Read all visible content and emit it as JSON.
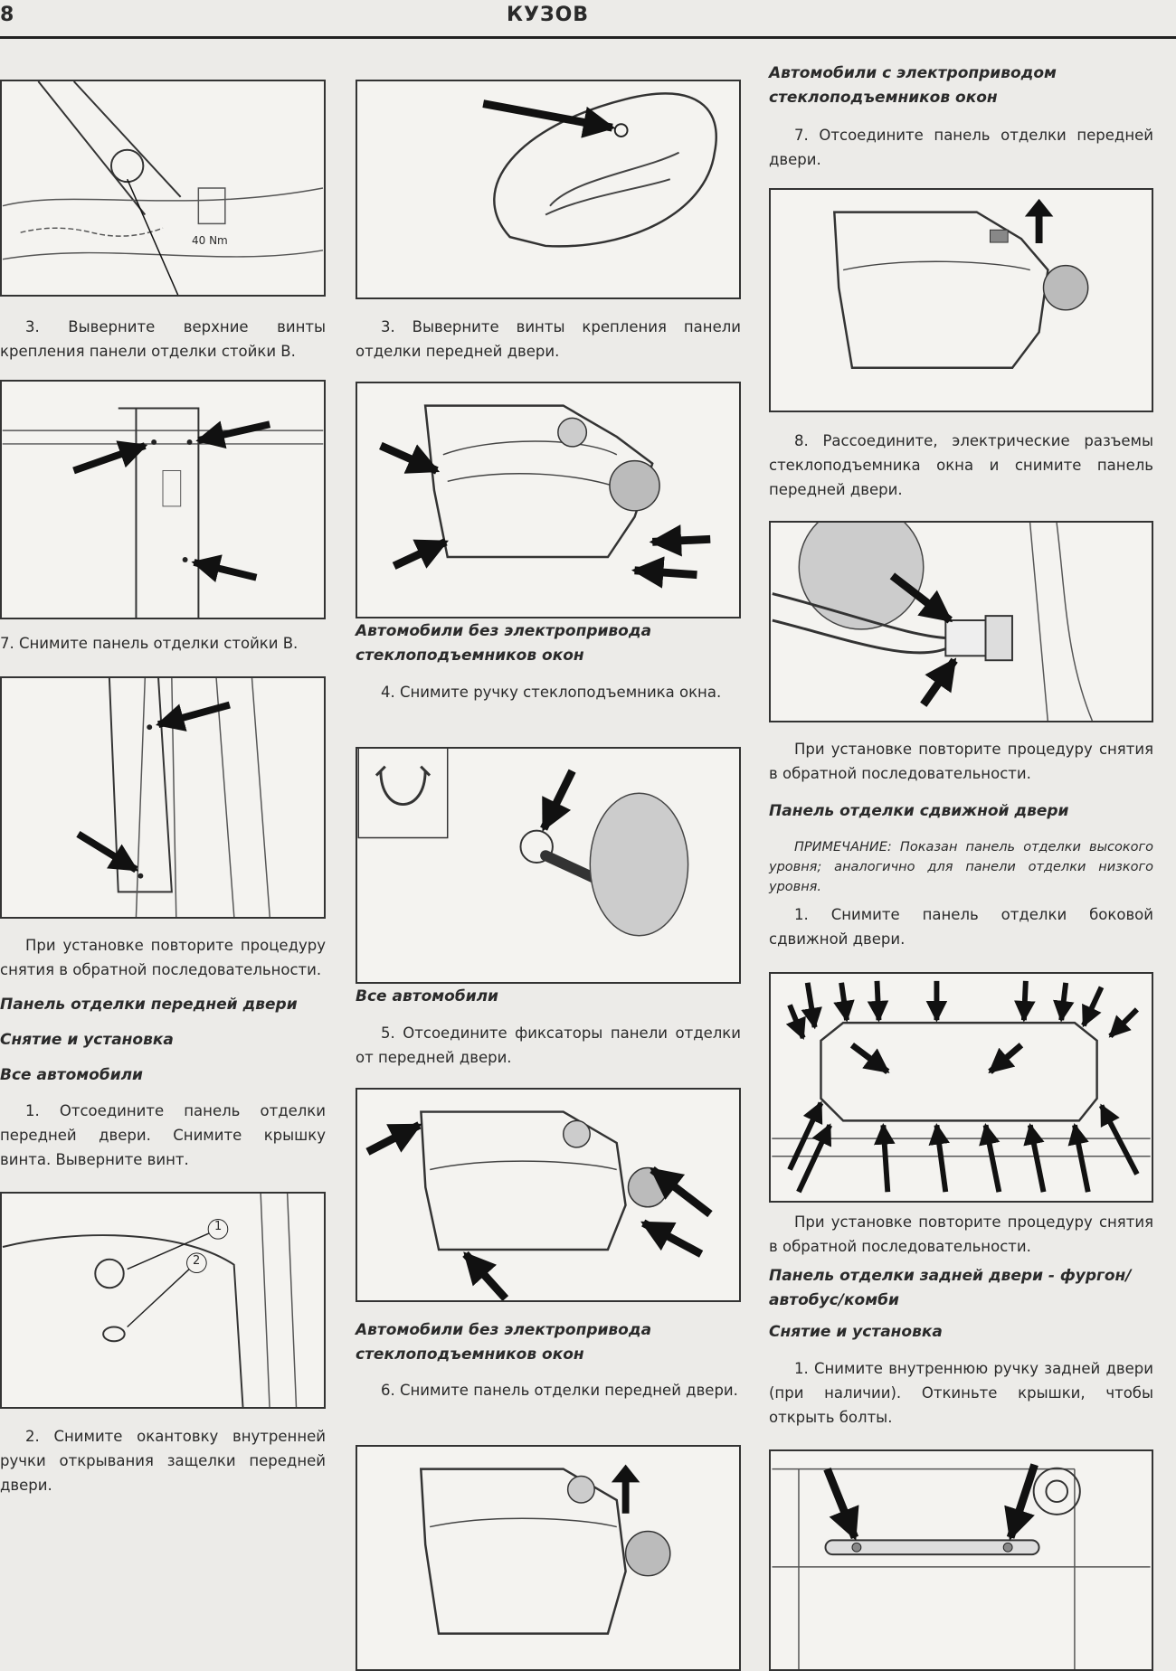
{
  "header": {
    "page_number": "8",
    "title": "КУЗОВ"
  },
  "figure_labels": {
    "torque": "40 Nm",
    "callout_1": "1",
    "callout_2": "2"
  },
  "col1": {
    "t1": "3. Выверните верхние винты крепления панели отделки стойки В.",
    "t2": "7. Снимите панель отделки стойки В.",
    "t3": "При установке повторите процедуру снятия в обратной последовательности.",
    "h1": "Панель отделки передней двери",
    "h2": "Снятие и установка",
    "h3": "Все автомобили",
    "t4": "1. Отсоедините панель отделки передней двери. Снимите крышку винта. Выверните винт.",
    "t5": "2. Снимите окантовку внутренней ручки открывания защелки передней двери."
  },
  "col2": {
    "t1": "3. Выверните винты крепления панели отделки передней двери.",
    "h1": "Автомобили без электропривода стеклоподъемников окон",
    "t2": "4. Снимите ручку стеклоподъемника окна.",
    "h2": "Все автомобили",
    "t3": "5. Отсоедините фиксаторы панели отделки от передней двери.",
    "h3": "Автомобили без электропривода стеклоподъемников окон",
    "t4": "6. Снимите панель отделки передней двери."
  },
  "col3": {
    "h1": "Автомобили с электроприводом стеклоподъемников окон",
    "t1": "7. Отсоедините панель отделки передней двери.",
    "t2": "8. Рассоедините, электрические разъемы стеклоподъемника окна и снимите панель передней двери.",
    "t3": "При установке повторите процедуру снятия в обратной последовательности.",
    "h2": "Панель отделки сдвижной двери",
    "note": "ПРИМЕЧАНИЕ: Показан панель отделки высокого уровня; аналогично для панели отделки низкого уровня.",
    "t4": "1. Снимите панель отделки боковой сдвижной двери.",
    "t5": "При установке повторите процедуру снятия в обратной последовательности.",
    "h3": "Панель отделки задней двери - фургон/автобус/комби",
    "h4": "Снятие и установка",
    "t6": "1. Снимите внутреннюю ручку задней двери (при наличии). Откиньте крышки, чтобы открыть болты."
  }
}
